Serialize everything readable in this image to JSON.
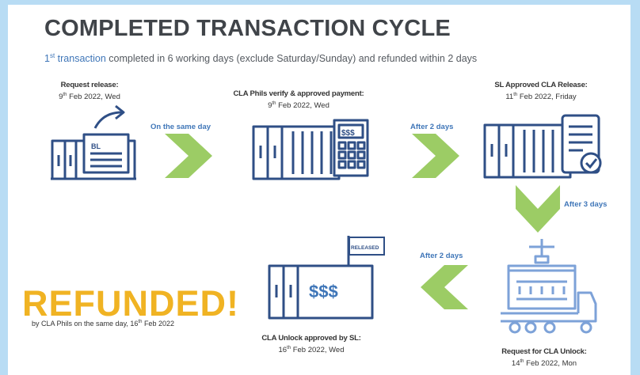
{
  "title": "COMPLETED TRANSACTION CYCLE",
  "subtitle": {
    "ordinal": "1",
    "ordinal_suffix": "st",
    "highlight": " transaction",
    "rest": " completed in 6 working days (exclude Saturday/Sunday) and refunded within 2 days"
  },
  "steps": [
    {
      "label": "Request release:",
      "date": "9",
      "sup": "th",
      "date_rest": " Feb 2022, Wed",
      "icon": "container-document-upload-icon",
      "badge": "BL"
    },
    {
      "label": "CLA Phils verify & approved payment:",
      "date": "9",
      "sup": "th",
      "date_rest": " Feb 2022, Wed",
      "icon": "container-calculator-icon",
      "badge": "$$$"
    },
    {
      "label": "SL Approved CLA Release:",
      "date": "11",
      "sup": "th",
      "date_rest": " Feb 2022, Friday",
      "icon": "container-checklist-icon"
    },
    {
      "label": "Request for CLA Unlock:",
      "date": "14",
      "sup": "th",
      "date_rest": " Feb 2022, Mon",
      "icon": "container-truck-icon"
    },
    {
      "label": "CLA Unlock approved by SL:",
      "date": "16",
      "sup": "th",
      "date_rest": " Feb 2022, Wed",
      "icon": "container-money-released-icon",
      "badge": "$$$",
      "flag": "RELEASED"
    }
  ],
  "connectors": [
    {
      "label": "On the same day",
      "direction": "right"
    },
    {
      "label": "After 2 days",
      "direction": "right"
    },
    {
      "label": "After 3 days",
      "direction": "down"
    },
    {
      "label": "After 2 days",
      "direction": "left"
    }
  ],
  "refund": {
    "headline": "REFUNDED!",
    "note": "by CLA Phils on the same day, 16",
    "note_sup": "th",
    "note_rest": " Feb 2022"
  },
  "colors": {
    "ink": "#2f4f86",
    "arrow": "#9ccc65",
    "accent": "#3f76b8",
    "refund": "#f0b323",
    "background": "#b8dcf4"
  }
}
